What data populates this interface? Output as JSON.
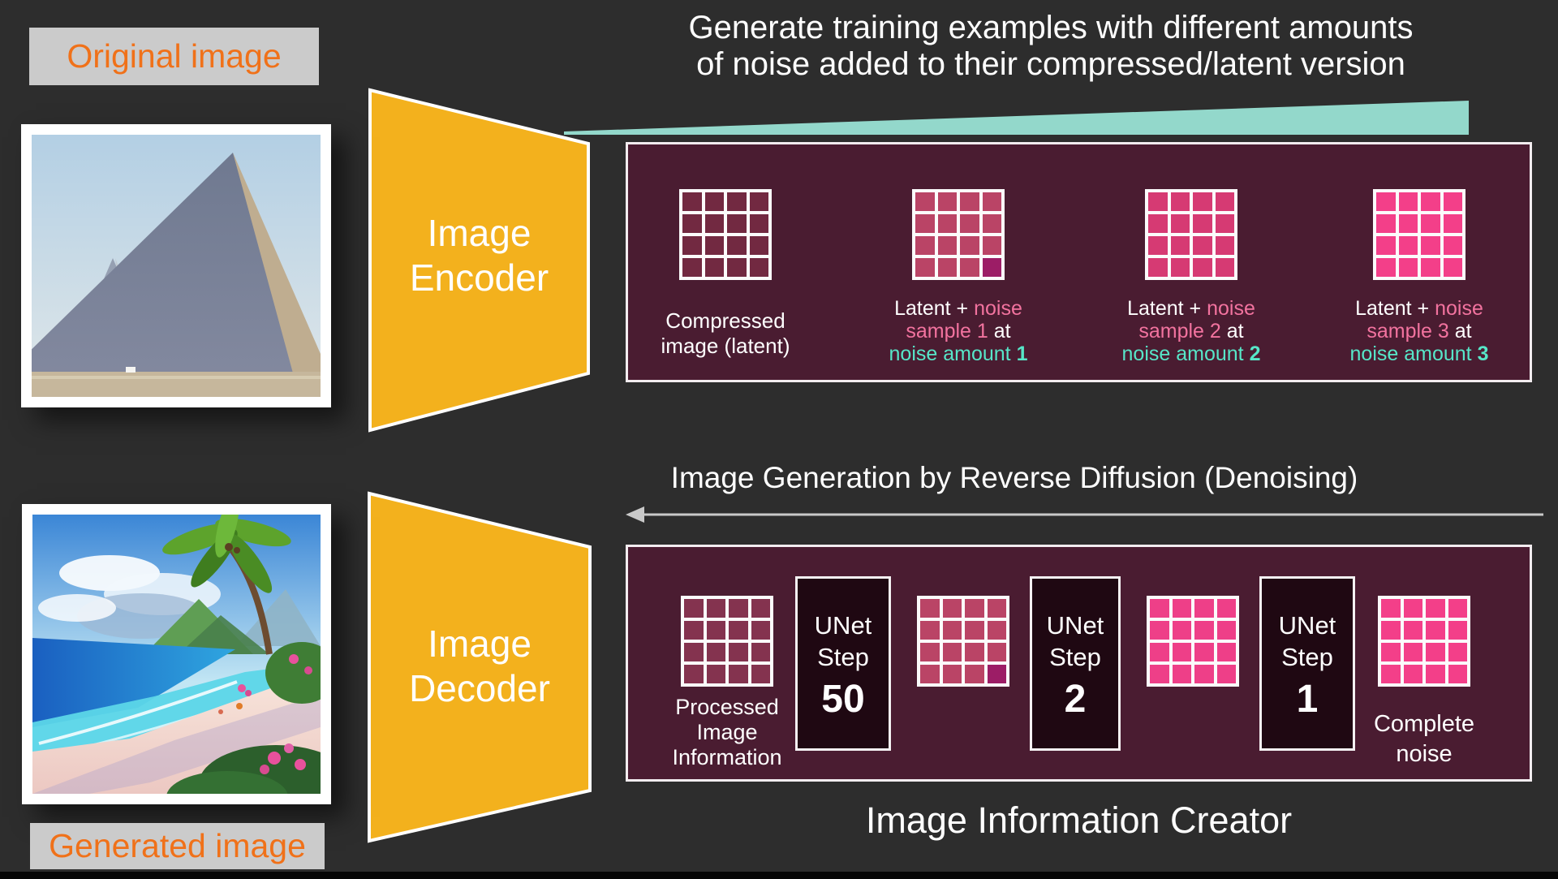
{
  "colors": {
    "background": "#2d2d2d",
    "panel": "#4a1c31",
    "panel_border": "#f2ecef",
    "accent_yellow": "#f3b11d",
    "teal_ramp": "#93d8cb",
    "orange": "#f07119",
    "label_bg": "#cbcbcb",
    "pink_text": "#f2739f",
    "teal_text": "#57e6c8",
    "unet_bg": "#1f0812",
    "arrow": "#c9c9c9",
    "black_bar": "#060606",
    "grid_dark": "#722941",
    "grid_noise1": "#ba4466",
    "grid_noise2": "#d63a73",
    "grid_full": "#f33f89",
    "grid_special": "#9c1d66",
    "grid_processed": "#84334f"
  },
  "left_column": {
    "original_label": "Original image",
    "generated_label": "Generated image"
  },
  "encoder": {
    "line1": "Image",
    "line2": "Encoder"
  },
  "decoder": {
    "line1": "Image",
    "line2": "Decoder"
  },
  "training": {
    "title_line1": "Generate training examples with different amounts",
    "title_line2": "of noise added to their compressed/latent version",
    "items": [
      {
        "grid": {
          "cell": "#722941"
        },
        "label_lines": [
          [
            {
              "t": "Compressed",
              "c": "w"
            }
          ],
          [
            {
              "t": "image (latent)",
              "c": "w"
            }
          ]
        ]
      },
      {
        "grid": {
          "cell": "#ba4466",
          "special_index": 15,
          "special": "#9c1d66"
        },
        "label_lines": [
          [
            {
              "t": "Latent + ",
              "c": "w"
            },
            {
              "t": "noise",
              "c": "p"
            }
          ],
          [
            {
              "t": "sample 1",
              "c": "p"
            },
            {
              "t": " at",
              "c": "w"
            }
          ],
          [
            {
              "t": "noise amount ",
              "c": "t"
            },
            {
              "t": "1",
              "c": "tb"
            }
          ]
        ]
      },
      {
        "grid": {
          "cell": "#d63a73"
        },
        "label_lines": [
          [
            {
              "t": "Latent + ",
              "c": "w"
            },
            {
              "t": "noise",
              "c": "p"
            }
          ],
          [
            {
              "t": "sample 2",
              "c": "p"
            },
            {
              "t": " at",
              "c": "w"
            }
          ],
          [
            {
              "t": "noise amount ",
              "c": "t"
            },
            {
              "t": "2",
              "c": "tb"
            }
          ]
        ]
      },
      {
        "grid": {
          "cell": "#f33f89"
        },
        "label_lines": [
          [
            {
              "t": "Latent + ",
              "c": "w"
            },
            {
              "t": "noise",
              "c": "p"
            }
          ],
          [
            {
              "t": "sample 3",
              "c": "p"
            },
            {
              "t": " at",
              "c": "w"
            }
          ],
          [
            {
              "t": "noise amount ",
              "c": "t"
            },
            {
              "t": "3",
              "c": "tb"
            }
          ]
        ]
      }
    ]
  },
  "generation": {
    "heading": "Image Generation by Reverse Diffusion (Denoising)",
    "creator_title": "Image Information Creator",
    "processed_grid": {
      "grid": {
        "cell": "#84334f"
      },
      "label_lines": [
        [
          {
            "t": "Processed",
            "c": "w"
          }
        ],
        [
          {
            "t": "Image",
            "c": "w"
          }
        ],
        [
          {
            "t": "Information",
            "c": "w"
          }
        ]
      ]
    },
    "mid_grid": {
      "grid": {
        "cell": "#ba4466",
        "special_index": 15,
        "special": "#9c1d66"
      }
    },
    "late_grid": {
      "grid": {
        "cell": "#ee3f88"
      }
    },
    "complete_grid": {
      "grid": {
        "cell": "#f33f89"
      },
      "label_lines": [
        [
          {
            "t": "Complete",
            "c": "w"
          }
        ],
        [
          {
            "t": "noise",
            "c": "w"
          }
        ]
      ]
    },
    "unet_boxes": [
      {
        "line1": "UNet",
        "line2": "Step",
        "num": "50"
      },
      {
        "line1": "UNet",
        "line2": "Step",
        "num": "2"
      },
      {
        "line1": "UNet",
        "line2": "Step",
        "num": "1"
      }
    ]
  }
}
